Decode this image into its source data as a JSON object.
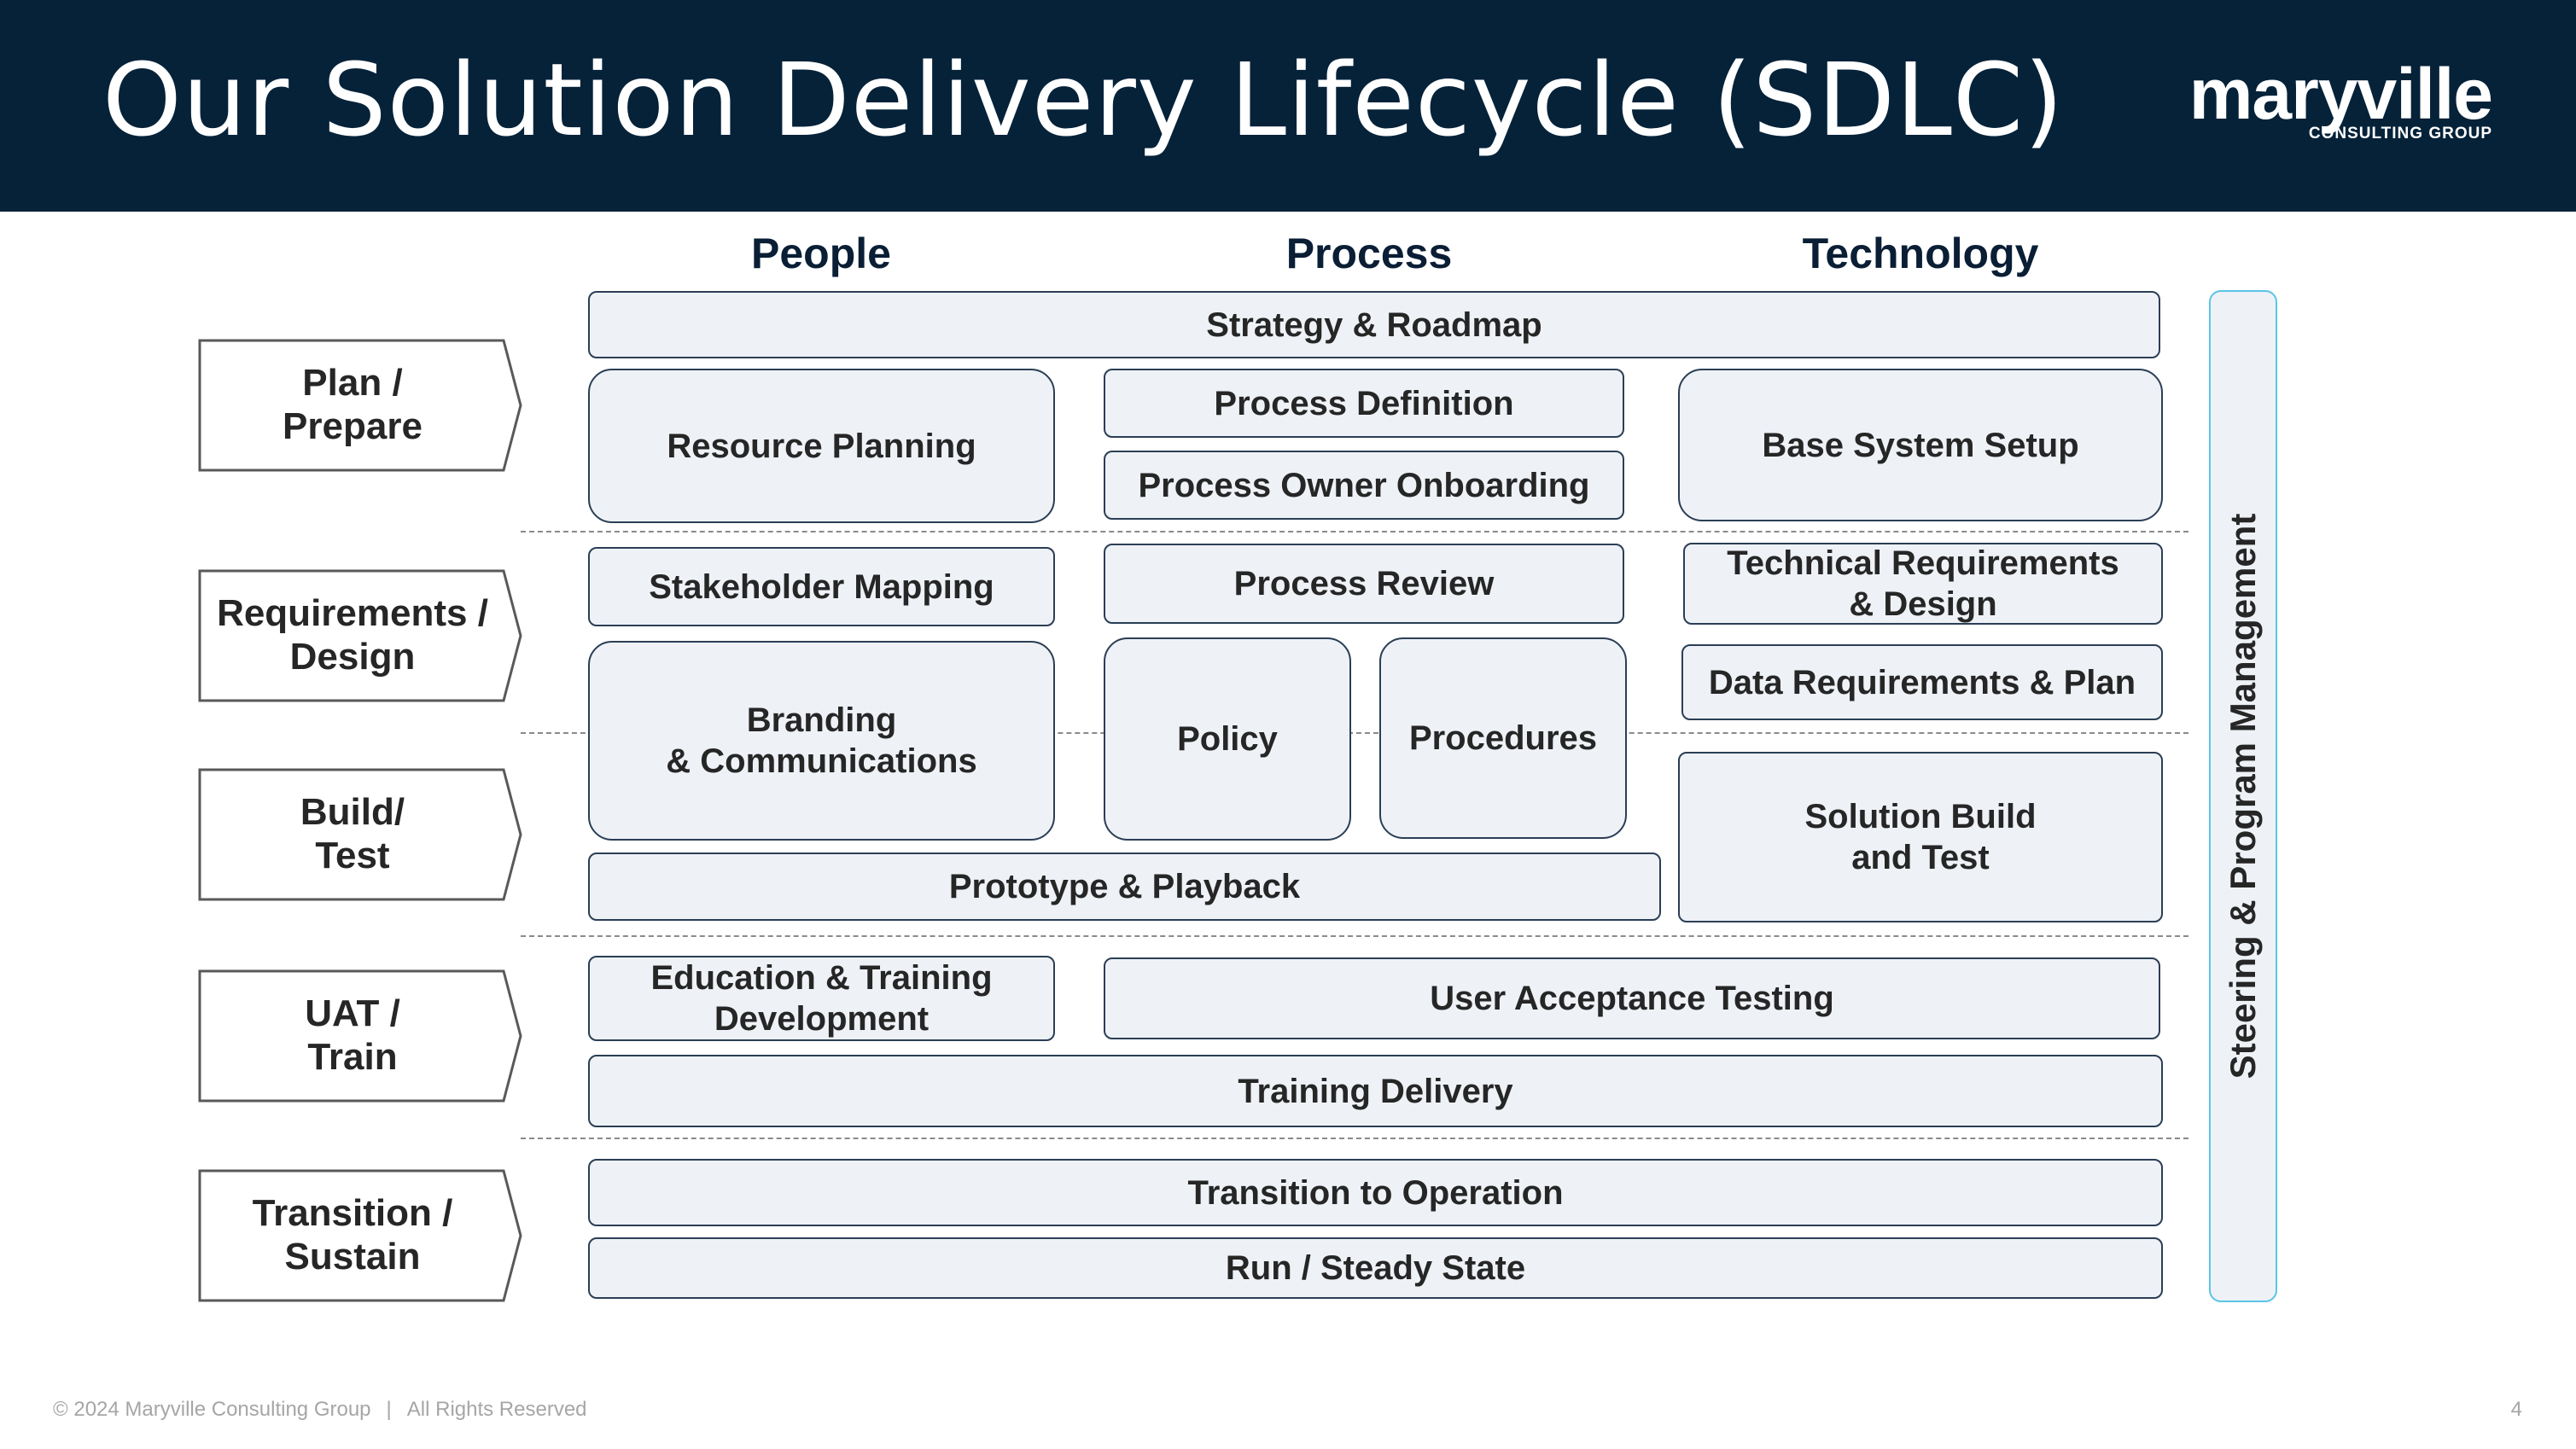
{
  "header": {
    "title": "Our Solution Delivery Lifecycle (SDLC)"
  },
  "logo": {
    "wordmark": "maryville",
    "tagline": "CONSULTING GROUP"
  },
  "columns": {
    "people": "People",
    "process": "Process",
    "technology": "Technology"
  },
  "phases": {
    "plan": "Plan /\nPrepare",
    "requirements": "Requirements /\nDesign",
    "build": "Build/\nTest",
    "uat": "UAT /\nTrain",
    "transition": "Transition /\nSustain"
  },
  "activities": {
    "strategy_roadmap": "Strategy & Roadmap",
    "resource_planning": "Resource Planning",
    "process_definition": "Process Definition",
    "process_owner_onboarding": "Process Owner Onboarding",
    "base_system_setup": "Base System Setup",
    "stakeholder_mapping": "Stakeholder Mapping",
    "process_review": "Process Review",
    "technical_requirements": "Technical Requirements\n& Design",
    "data_requirements": "Data Requirements & Plan",
    "branding": "Branding\n& Communications",
    "policy": "Policy",
    "procedures": "Procedures",
    "solution_build": "Solution Build\nand Test",
    "prototype": "Prototype & Playback",
    "education_training": "Education & Training\nDevelopment",
    "uat": "User Acceptance Testing",
    "training_delivery": "Training Delivery",
    "transition_operation": "Transition to Operation",
    "run_steady": "Run / Steady State"
  },
  "sidebar": {
    "label": "Steering & Program Management"
  },
  "footer": {
    "copyright": "© 2024 Maryville Consulting Group",
    "separator": "|",
    "rights": "All Rights Reserved",
    "page": "4"
  }
}
